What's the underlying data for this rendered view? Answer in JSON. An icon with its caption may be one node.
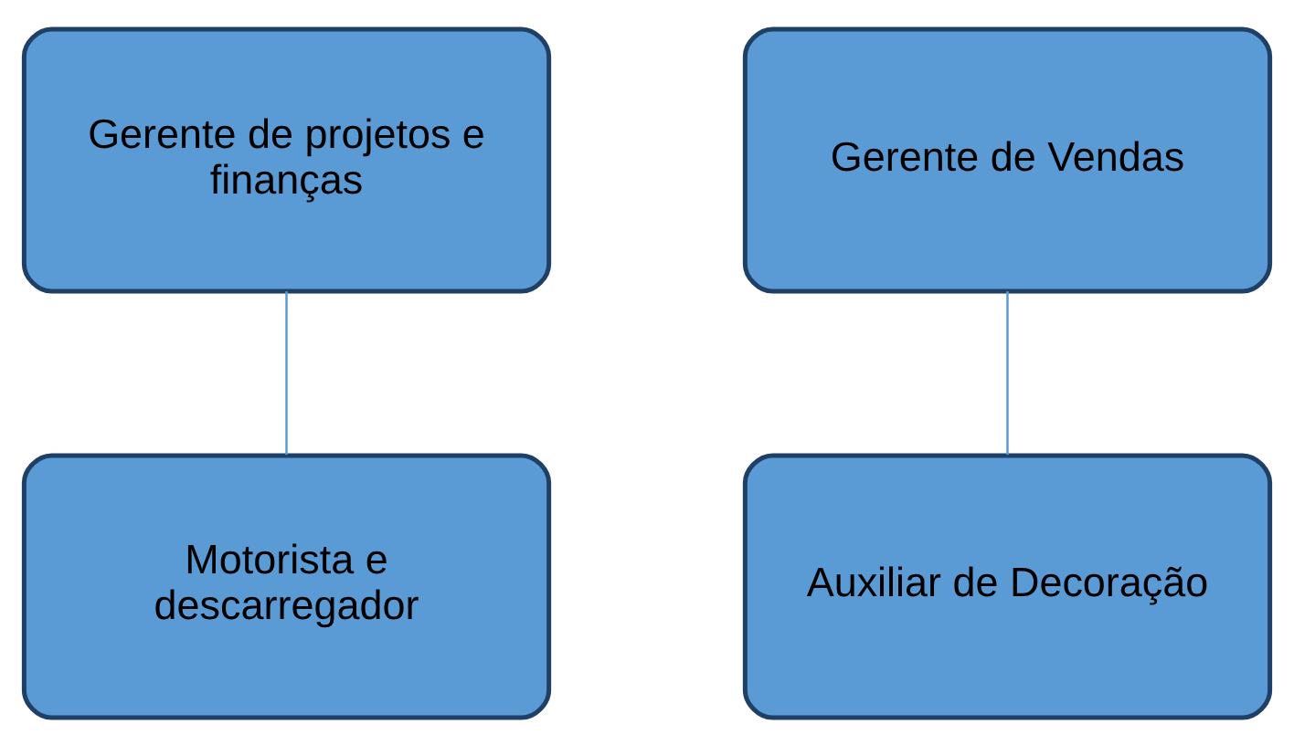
{
  "diagram": {
    "nodes": [
      {
        "text": [
          "Gerente de projetos e finanças"
        ]
      },
      {
        "text": [
          "Gerente de Vendas"
        ]
      },
      {
        "text": [
          "Auxiliar de Decoração"
        ]
      },
      {
        "text": [
          "Motorista e descarregador"
        ]
      }
    ],
    "edges": [
      {
        "from": 0,
        "to": 3,
        "arrow": "none"
      },
      {
        "from": 1,
        "to": 2,
        "arrow": "none"
      }
    ]
  }
}
